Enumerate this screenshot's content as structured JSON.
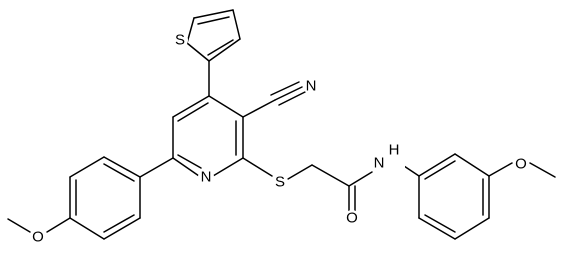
{
  "molecule": {
    "atom_labels": {
      "thiophene_sulfur": "S",
      "pyridine_nitrogen": "N",
      "nitrile_nitrogen": "N",
      "thioether_sulfur": "S",
      "carbonyl_oxygen": "O",
      "amide_nitrogen": "N",
      "amide_hydrogen": "H",
      "methoxy_oxygen_left": "O",
      "methoxy_oxygen_right": "O"
    },
    "line_color": "#000000",
    "background": "#ffffff"
  }
}
